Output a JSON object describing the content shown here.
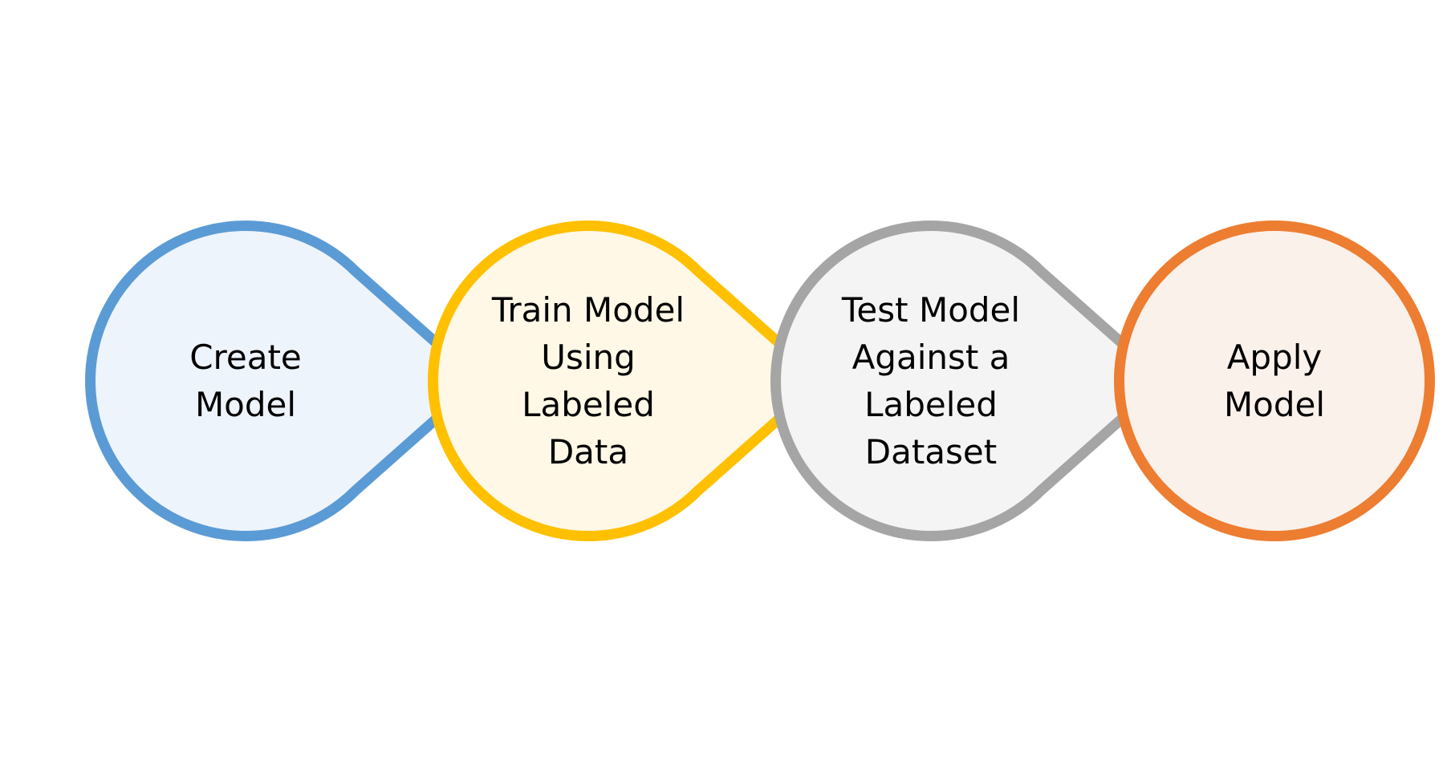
{
  "diagram": {
    "type": "process-flow",
    "steps": [
      {
        "lines": [
          "Create",
          "Model"
        ],
        "stroke": "#5B9BD5",
        "fill": "#EEF4FB"
      },
      {
        "lines": [
          "Train Model",
          "Using",
          "Labeled",
          "Data"
        ],
        "stroke": "#FFC000",
        "fill": "#FFF8E6"
      },
      {
        "lines": [
          "Test Model",
          "Against a",
          "Labeled",
          "Dataset"
        ],
        "stroke": "#A5A5A5",
        "fill": "#F4F4F4"
      },
      {
        "lines": [
          "Apply",
          "Model"
        ],
        "stroke": "#ED7D31",
        "fill": "#FBF1EB"
      }
    ]
  }
}
